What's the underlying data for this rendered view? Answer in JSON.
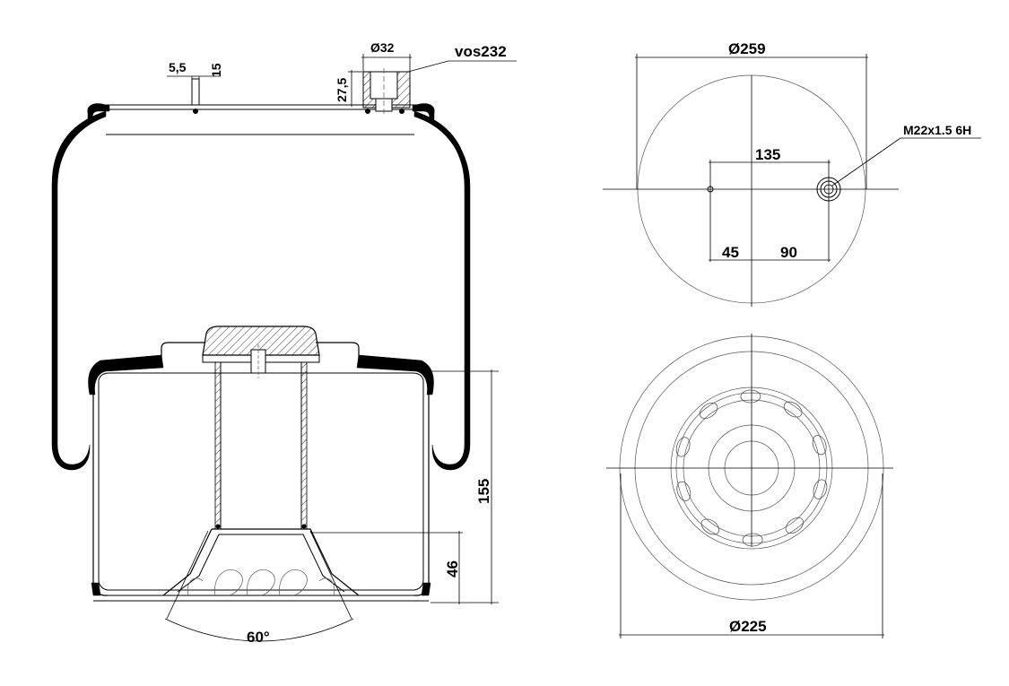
{
  "drawing": {
    "labels": {
      "part_number": "vos232",
      "bore_diameter": "Ø32",
      "dim_5_5": "5,5",
      "dim_15": "15",
      "dim_27_5": "27,5",
      "height_155": "155",
      "height_46": "46",
      "angle": "60°",
      "top_diameter": "Ø259",
      "thread": "M22x1.5 6H",
      "offset_135": "135",
      "offset_45": "45",
      "offset_90": "90",
      "bottom_diameter": "Ø225"
    }
  }
}
